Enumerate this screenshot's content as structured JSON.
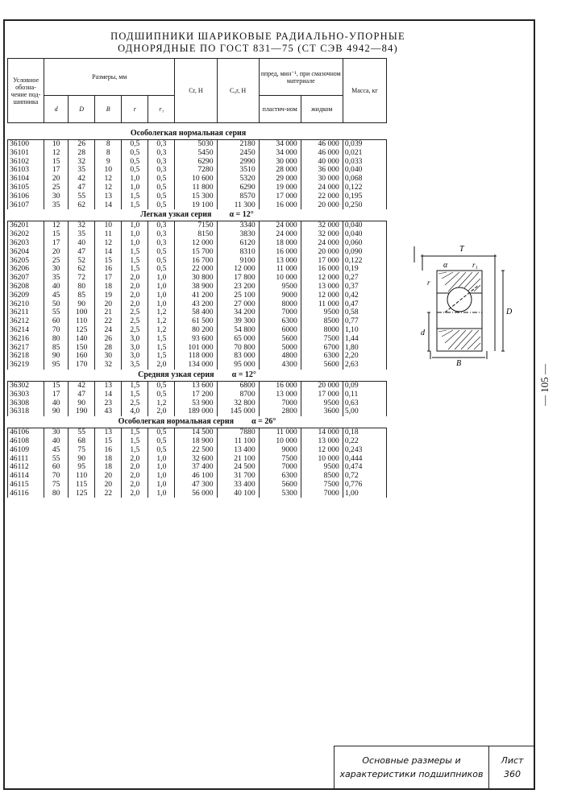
{
  "title": {
    "line1": "ПОДШИПНИКИ ШАРИКОВЫЕ РАДИАЛЬНО-УПОРНЫЕ",
    "line2": "ОДНОРЯДНЫЕ ПО ГОСТ 831—75 (СТ СЭВ 4942—84)"
  },
  "headers": {
    "designation": "Условное обозна-чение под-шипника",
    "sizes": "Размеры, мм",
    "d": "d",
    "D": "D",
    "B": "B",
    "r": "r",
    "r1": "r₁",
    "cr": "Cr, Н",
    "c0r": "C₀r, Н",
    "nlim": "nпред, мин⁻¹, при смазочном материале",
    "plastic": "пластич-ном",
    "liquid": "жидком",
    "mass": "Масса, кг"
  },
  "sections": [
    {
      "name": "Особолегкая нормальная серия",
      "angle": "",
      "rows": [
        [
          "36100",
          "10",
          "26",
          "8",
          "0,5",
          "0,3",
          "5030",
          "2180",
          "34 000",
          "46 000",
          "0,039"
        ],
        [
          "36101",
          "12",
          "28",
          "8",
          "0,5",
          "0,3",
          "5450",
          "2450",
          "34 000",
          "46 000",
          "0,021"
        ],
        [
          "36102",
          "15",
          "32",
          "9",
          "0,5",
          "0,3",
          "6290",
          "2990",
          "30 000",
          "40 000",
          "0,033"
        ],
        [
          "36103",
          "17",
          "35",
          "10",
          "0,5",
          "0,3",
          "7280",
          "3510",
          "28 000",
          "36 000",
          "0,040"
        ],
        [
          "36104",
          "20",
          "42",
          "12",
          "1,0",
          "0,5",
          "10 600",
          "5320",
          "29 000",
          "30 000",
          "0,068"
        ],
        [
          "36105",
          "25",
          "47",
          "12",
          "1,0",
          "0,5",
          "11 800",
          "6290",
          "19 000",
          "24 000",
          "0,122"
        ],
        [
          "36106",
          "30",
          "55",
          "13",
          "1,5",
          "0,5",
          "15 300",
          "8570",
          "17 000",
          "22 000",
          "0,195"
        ],
        [
          "36107",
          "35",
          "62",
          "14",
          "1,5",
          "0,5",
          "19 100",
          "11 300",
          "16 000",
          "20 000",
          "0,250"
        ]
      ]
    },
    {
      "name": "Легкая узкая серия",
      "angle": "α = 12°",
      "rows": [
        [
          "36201",
          "12",
          "32",
          "10",
          "1,0",
          "0,3",
          "7150",
          "3340",
          "24 000",
          "32 000",
          "0,040"
        ],
        [
          "36202",
          "15",
          "35",
          "11",
          "1,0",
          "0,3",
          "8150",
          "3830",
          "24 000",
          "32 000",
          "0,040"
        ],
        [
          "36203",
          "17",
          "40",
          "12",
          "1,0",
          "0,3",
          "12 000",
          "6120",
          "18 000",
          "24 000",
          "0,060"
        ],
        [
          "36204",
          "20",
          "47",
          "14",
          "1,5",
          "0,5",
          "15 700",
          "8310",
          "16 000",
          "20 000",
          "0,090"
        ],
        [
          "36205",
          "25",
          "52",
          "15",
          "1,5",
          "0,5",
          "16 700",
          "9100",
          "13 000",
          "17 000",
          "0,122"
        ],
        [
          "36206",
          "30",
          "62",
          "16",
          "1,5",
          "0,5",
          "22 000",
          "12 000",
          "11 000",
          "16 000",
          "0,19"
        ],
        [
          "36207",
          "35",
          "72",
          "17",
          "2,0",
          "1,0",
          "30 800",
          "17 800",
          "10 000",
          "12 000",
          "0,27"
        ],
        [
          "36208",
          "40",
          "80",
          "18",
          "2,0",
          "1,0",
          "38 900",
          "23 200",
          "9500",
          "13 000",
          "0,37"
        ],
        [
          "36209",
          "45",
          "85",
          "19",
          "2,0",
          "1,0",
          "41 200",
          "25 100",
          "9000",
          "12 000",
          "0,42"
        ],
        [
          "36210",
          "50",
          "90",
          "20",
          "2,0",
          "1,0",
          "43 200",
          "27 000",
          "8000",
          "11 000",
          "0,47"
        ],
        [
          "36211",
          "55",
          "100",
          "21",
          "2,5",
          "1,2",
          "58 400",
          "34 200",
          "7000",
          "9500",
          "0,58"
        ],
        [
          "36212",
          "60",
          "110",
          "22",
          "2,5",
          "1,2",
          "61 500",
          "39 300",
          "6300",
          "8500",
          "0,77"
        ],
        [
          "36214",
          "70",
          "125",
          "24",
          "2,5",
          "1,2",
          "80 200",
          "54 800",
          "6000",
          "8000",
          "1,10"
        ],
        [
          "36216",
          "80",
          "140",
          "26",
          "3,0",
          "1,5",
          "93 600",
          "65 000",
          "5600",
          "7500",
          "1,44"
        ],
        [
          "36217",
          "85",
          "150",
          "28",
          "3,0",
          "1,5",
          "101 000",
          "70 800",
          "5000",
          "6700",
          "1,80"
        ],
        [
          "36218",
          "90",
          "160",
          "30",
          "3,0",
          "1,5",
          "118 000",
          "83 000",
          "4800",
          "6300",
          "2,20"
        ],
        [
          "36219",
          "95",
          "170",
          "32",
          "3,5",
          "2,0",
          "134 000",
          "95 000",
          "4300",
          "5600",
          "2,63"
        ]
      ]
    },
    {
      "name": "Средняя узкая серия",
      "angle": "α = 12°",
      "rows": [
        [
          "36302",
          "15",
          "42",
          "13",
          "1,5",
          "0,5",
          "13 600",
          "6800",
          "16 000",
          "20 000",
          "0,09"
        ],
        [
          "36303",
          "17",
          "47",
          "14",
          "1,5",
          "0,5",
          "17 200",
          "8700",
          "13 000",
          "17 000",
          "0,11"
        ],
        [
          "36308",
          "40",
          "90",
          "23",
          "2,5",
          "1,2",
          "53 900",
          "32 800",
          "7000",
          "9500",
          "0,63"
        ],
        [
          "36318",
          "90",
          "190",
          "43",
          "4,0",
          "2,0",
          "189 000",
          "145 000",
          "2800",
          "3600",
          "5,00"
        ]
      ]
    },
    {
      "name": "Особолегкая нормальная серия",
      "angle": "α = 26°",
      "rows": [
        [
          "46106",
          "30",
          "55",
          "13",
          "1,5",
          "0,5",
          "14 500",
          "7880",
          "11 000",
          "14 000",
          "0,18"
        ],
        [
          "46108",
          "40",
          "68",
          "15",
          "1,5",
          "0,5",
          "18 900",
          "11 100",
          "10 000",
          "13 000",
          "0,22"
        ],
        [
          "46109",
          "45",
          "75",
          "16",
          "1,5",
          "0,5",
          "22 500",
          "13 400",
          "9000",
          "12 000",
          "0,243"
        ],
        [
          "46111",
          "55",
          "90",
          "18",
          "2,0",
          "1,0",
          "32 600",
          "21 100",
          "7500",
          "10 000",
          "0,444"
        ],
        [
          "46112",
          "60",
          "95",
          "18",
          "2,0",
          "1,0",
          "37 400",
          "24 500",
          "7000",
          "9500",
          "0,474"
        ],
        [
          "46114",
          "70",
          "110",
          "20",
          "2,0",
          "1,0",
          "46 100",
          "31 700",
          "6300",
          "8500",
          "0,72"
        ],
        [
          "46115",
          "75",
          "115",
          "20",
          "2,0",
          "1,0",
          "47 300",
          "33 400",
          "5600",
          "7500",
          "0,776"
        ],
        [
          "46116",
          "80",
          "125",
          "22",
          "2,0",
          "1,0",
          "56 000",
          "40 100",
          "5300",
          "7000",
          "1,00"
        ]
      ]
    }
  ],
  "diagram_labels": {
    "T": "T",
    "alpha": "α",
    "r1": "r₁",
    "r": "r",
    "d": "d",
    "D": "D",
    "B": "B"
  },
  "page_number": "— 105 —",
  "stamp": {
    "description": "Основные размеры и характеристики подшипников",
    "sheet_label": "Лист",
    "sheet_number": "360"
  }
}
